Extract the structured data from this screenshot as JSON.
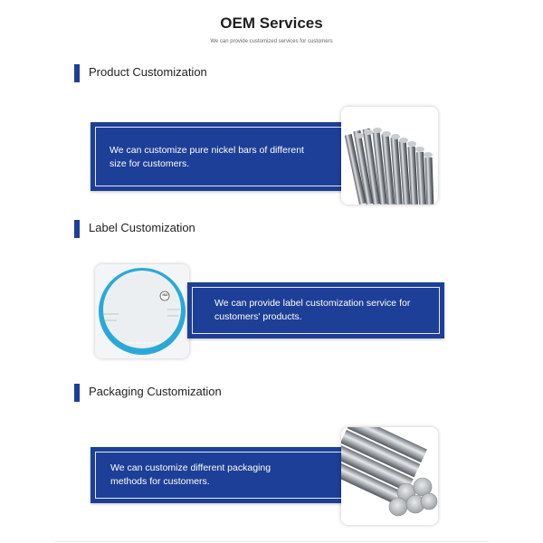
{
  "header": {
    "title": "OEM Services",
    "subtitle": "We can provide customized services for customers"
  },
  "sections": [
    {
      "heading": "Product Customization",
      "text": "We can customize pure nickel bars of different size for customers.",
      "image_icon": "nickel-bars-photo"
    },
    {
      "heading": "Label Customization",
      "text": "We can provide label customization service for customers' products.",
      "image_icon": "label-sticker-photo"
    },
    {
      "heading": "Packaging Customization",
      "text": "We can customize different packaging methods for customers.",
      "image_icon": "stacked-bars-photo"
    }
  ],
  "label_sticker": {
    "badge": "ISO",
    "website": "www.zcs-alloy.com"
  },
  "colors": {
    "accent": "#1d3f97",
    "panel_text": "#ffffff",
    "ring": "#2aa9d8"
  }
}
